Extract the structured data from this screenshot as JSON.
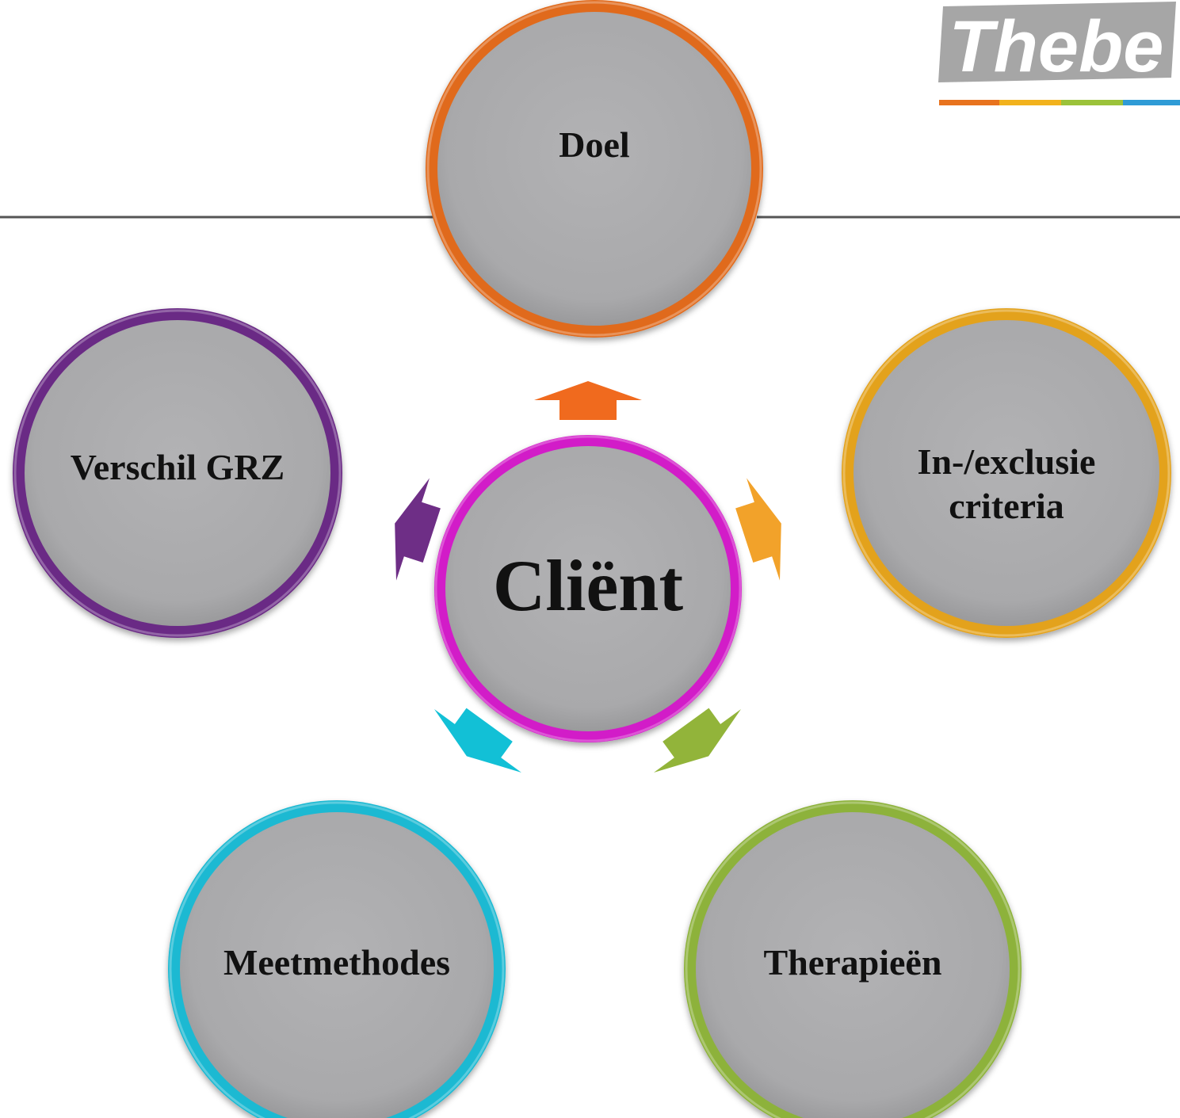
{
  "logo": {
    "text": "Thebe",
    "stripe_colors": [
      "#E8731E",
      "#F2B21D",
      "#9BC23A",
      "#2F9BD6"
    ]
  },
  "center": {
    "label": "Cliënt",
    "ring_color": "#D21AC8"
  },
  "nodes": [
    {
      "id": "doel",
      "lines": [
        "Doel"
      ],
      "ring_color": "#E06A1A"
    },
    {
      "id": "inexclusie",
      "lines": [
        "In-/exclusie",
        "criteria"
      ],
      "ring_color": "#E3A21E"
    },
    {
      "id": "therapieen",
      "lines": [
        "Therapieën"
      ],
      "ring_color": "#8DB23A"
    },
    {
      "id": "meetmethodes",
      "lines": [
        "Meetmethodes"
      ],
      "ring_color": "#1BB9D2"
    },
    {
      "id": "verschil-grz",
      "lines": [
        "Verschil GRZ"
      ],
      "ring_color": "#6A2C85"
    }
  ],
  "arrows": [
    {
      "target": "doel",
      "color": "#F06A1E",
      "icon": "arrow-up-icon"
    },
    {
      "target": "inexclusie",
      "color": "#F2A22A",
      "icon": "arrow-up-right-icon"
    },
    {
      "target": "therapieen",
      "color": "#92B43A",
      "icon": "arrow-down-right-icon"
    },
    {
      "target": "meetmethodes",
      "color": "#12C0D6",
      "icon": "arrow-down-left-icon"
    },
    {
      "target": "verschil-grz",
      "color": "#6E2E86",
      "icon": "arrow-up-left-icon"
    }
  ],
  "background": {
    "ring_fill": "#ABABAD",
    "header_rule_color": "#555555"
  }
}
